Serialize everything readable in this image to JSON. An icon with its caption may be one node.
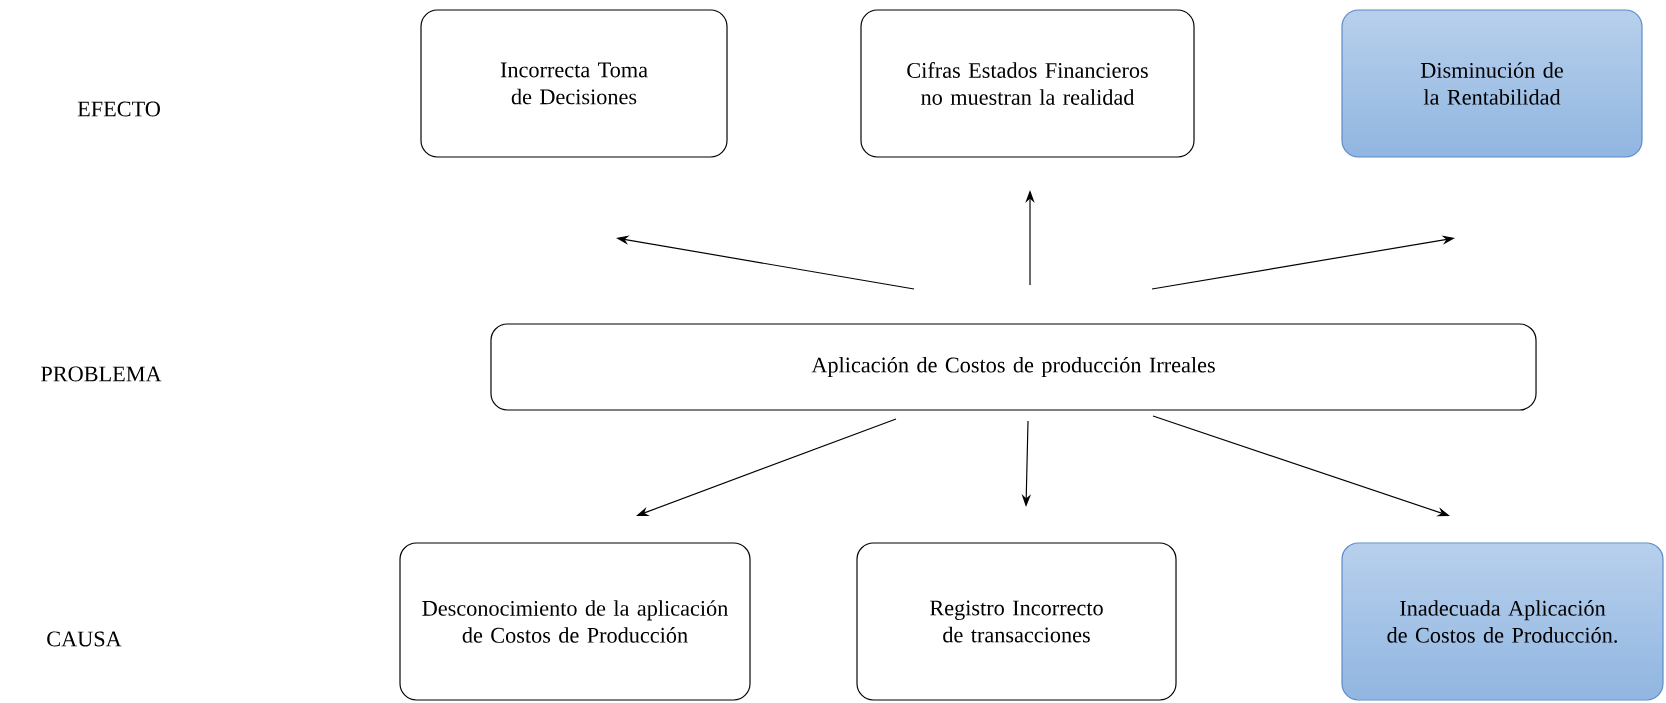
{
  "diagram": {
    "nodes": [
      {
        "text": [
          "Incorrecta Toma de Decisiones"
        ]
      },
      {
        "text": [
          "Cifras Estados Financieros no muestran la realidad"
        ]
      },
      {
        "text": [
          "Disminución de la Rentabilidad"
        ]
      },
      {
        "text": [
          "Aplicación de Costos de producción Irreales"
        ]
      },
      {
        "text": [
          "Desconocimiento de la aplicación de Costos de Producción"
        ]
      },
      {
        "text": [
          "Registro Incorrecto de transacciones"
        ]
      },
      {
        "text": [
          "Inadecuada Aplicación de Costos de Producción."
        ]
      }
    ],
    "edges": [
      {
        "from": 3,
        "to": 0,
        "arrow": "to"
      },
      {
        "from": 3,
        "to": 1,
        "arrow": "to"
      },
      {
        "from": 3,
        "to": 2,
        "arrow": "to"
      },
      {
        "from": 3,
        "to": 4,
        "arrow": "to"
      },
      {
        "from": 3,
        "to": 5,
        "arrow": "to"
      },
      {
        "from": 3,
        "to": 6,
        "arrow": "to"
      }
    ],
    "labels": [
      "EFECTO",
      "PROBLEMA",
      "CAUSA"
    ]
  }
}
